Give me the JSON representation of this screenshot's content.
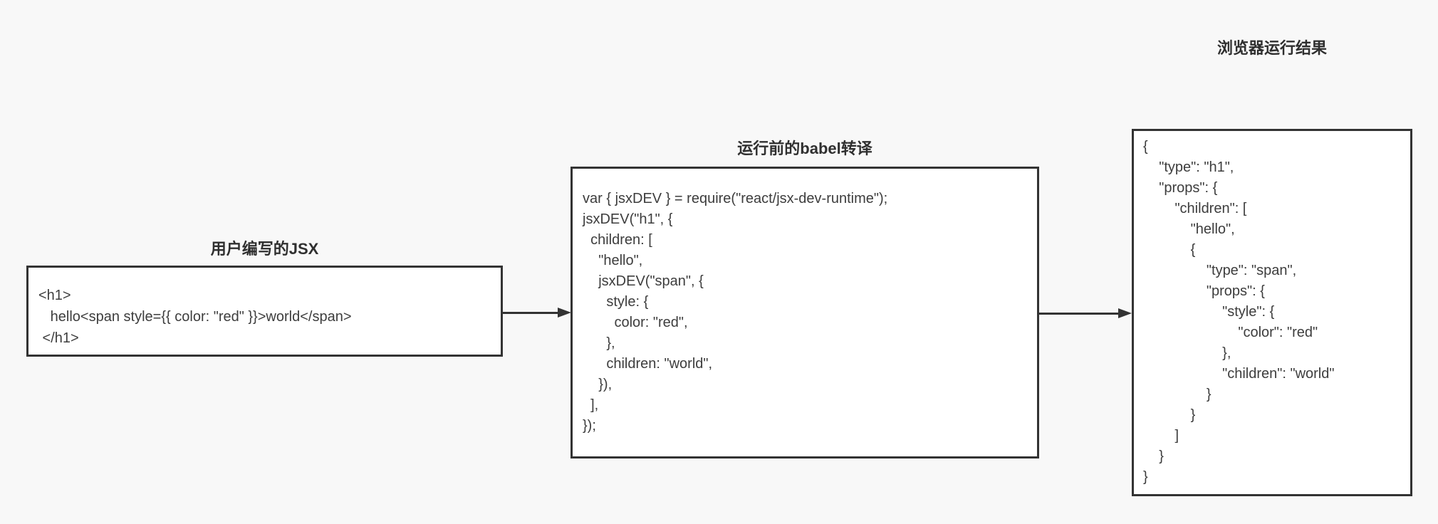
{
  "diagram": {
    "description": "JSX transform flow diagram",
    "colors": {
      "canvas_background": "#f8f8f8",
      "box_background": "#ffffff",
      "box_border": "#333333",
      "text": "#3d3d3d",
      "arrow": "#333333"
    },
    "panels": [
      {
        "id": "jsx-source",
        "title": "用户编写的JSX",
        "code": "<h1>\n   hello<span style={{ color: \"red\" }}>world</span>\n </h1>"
      },
      {
        "id": "babel-output",
        "title": "运行前的babel转译",
        "code": "var { jsxDEV } = require(\"react/jsx-dev-runtime\");\njsxDEV(\"h1\", {\n  children: [\n    \"hello\",\n    jsxDEV(\"span\", {\n      style: {\n        color: \"red\",\n      },\n      children: \"world\",\n    }),\n  ],\n});"
      },
      {
        "id": "browser-result",
        "title": "浏览器运行结果",
        "code": "{\n    \"type\": \"h1\",\n    \"props\": {\n        \"children\": [\n            \"hello\",\n            {\n                \"type\": \"span\",\n                \"props\": {\n                    \"style\": {\n                        \"color\": \"red\"\n                    },\n                    \"children\": \"world\"\n                }\n            }\n        ]\n    }\n}"
      }
    ],
    "arrows": [
      {
        "id": "jsx-to-babel",
        "from": "jsx-source",
        "to": "babel-output"
      },
      {
        "id": "babel-to-result",
        "from": "babel-output",
        "to": "browser-result"
      }
    ]
  }
}
